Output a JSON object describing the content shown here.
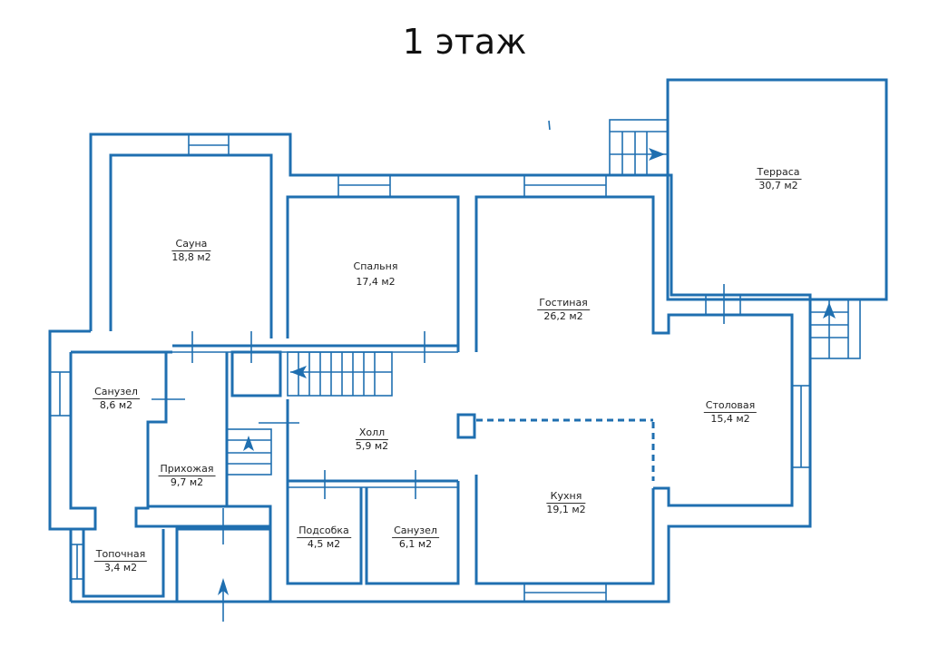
{
  "title": "1 этаж",
  "colors": {
    "wall": "#1f6fb0"
  },
  "rooms": [
    {
      "name": "Сауна",
      "area": "18,8 м2"
    },
    {
      "name": "Спальня",
      "area": "17,4 м2"
    },
    {
      "name": "Гостиная",
      "area": "26,2 м2"
    },
    {
      "name": "Терраса",
      "area": "30,7 м2"
    },
    {
      "name": "Санузел",
      "area": "8,6 м2"
    },
    {
      "name": "Холл",
      "area": "5,9 м2"
    },
    {
      "name": "Столовая",
      "area": "15,4 м2"
    },
    {
      "name": "Прихожая",
      "area": "9,7 м2"
    },
    {
      "name": "Кухня",
      "area": "19,1 м2"
    },
    {
      "name": "Подсобка",
      "area": "4,5 м2"
    },
    {
      "name": "Санузел",
      "area": "6,1 м2"
    },
    {
      "name": "Топочная",
      "area": "3,4 м2"
    }
  ]
}
